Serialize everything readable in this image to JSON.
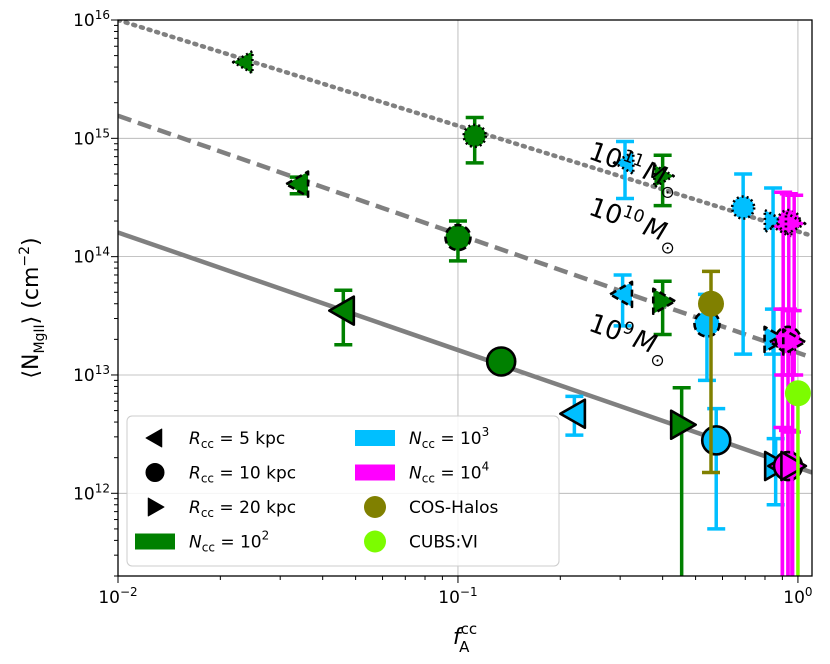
{
  "chart_data": {
    "type": "scatter",
    "xscale": "log",
    "yscale": "log",
    "xlim": [
      0.01,
      1.1
    ],
    "ylim": [
      200000000000,
      10000000000000000
    ],
    "x_ticks": [
      {
        "value": 0.01,
        "label": "10",
        "exp": "−2"
      },
      {
        "value": 0.1,
        "label": "10",
        "exp": "−1"
      },
      {
        "value": 1,
        "label": "10",
        "exp": "0"
      }
    ],
    "y_ticks": [
      {
        "value": 1000000000000,
        "label": "10",
        "exp": "12"
      },
      {
        "value": 10000000000000,
        "label": "10",
        "exp": "13"
      },
      {
        "value": 100000000000000,
        "label": "10",
        "exp": "14"
      },
      {
        "value": 1000000000000000,
        "label": "10",
        "exp": "15"
      },
      {
        "value": 10000000000000000,
        "label": "10",
        "exp": "16"
      }
    ],
    "grid": true,
    "xlabel": {
      "main": "f",
      "sub": "A",
      "sup": "cc"
    },
    "ylabel": {
      "pre": "⟨N",
      "sub": "MgII",
      "post": "⟩ (cm",
      "sup": "−2",
      "end": ")"
    },
    "model_lines": [
      {
        "label": {
          "base": "10",
          "exp": "11",
          "unit": "M",
          "sun": "⊙"
        },
        "style": "dotted",
        "color": "#808080",
        "from": [
          0.01,
          10000000000000000
        ],
        "to": [
          1.1,
          150000000000000
        ],
        "label_at": [
          0.24,
          680000000000000
        ],
        "label_angle": 20
      },
      {
        "label": {
          "base": "10",
          "exp": "10",
          "unit": "M",
          "sun": "⊙"
        },
        "style": "dashed",
        "color": "#808080",
        "from": [
          0.01,
          1550000000000000
        ],
        "to": [
          1.1,
          14000000000000
        ],
        "label_at": [
          0.24,
          230000000000000
        ],
        "label_angle": 20
      },
      {
        "label": {
          "base": "10",
          "exp": "9",
          "unit": "M",
          "sun": "⊙"
        },
        "style": "solid",
        "color": "#808080",
        "from": [
          0.01,
          160000000000000
        ],
        "to": [
          1.1,
          1500000000000
        ],
        "label_at": [
          0.24,
          24000000000000
        ],
        "label_angle": 20
      }
    ],
    "series": [
      {
        "name": "Ncc=10^2",
        "color": "#008000",
        "points": [
          {
            "x": 0.0235,
            "y": 4400000000000000,
            "marker": "left",
            "halo": 11
          },
          {
            "x": 0.112,
            "y": 1050000000000000,
            "lo": 620000000000000,
            "hi": 1500000000000000,
            "marker": "circle",
            "halo": 11
          },
          {
            "x": 0.4,
            "y": 480000000000000,
            "lo": 270000000000000,
            "hi": 720000000000000,
            "marker": "right",
            "halo": 11
          },
          {
            "x": 0.034,
            "y": 410000000000000,
            "lo": 340000000000000,
            "hi": 470000000000000,
            "marker": "left",
            "halo": 10
          },
          {
            "x": 0.1,
            "y": 145000000000000,
            "lo": 92000000000000,
            "hi": 200000000000000,
            "marker": "circle",
            "halo": 10
          },
          {
            "x": 0.4,
            "y": 42000000000000,
            "lo": 22000000000000,
            "hi": 62000000000000,
            "marker": "right",
            "halo": 10
          },
          {
            "x": 0.046,
            "y": 35000000000000,
            "lo": 18000000000000,
            "hi": 52000000000000,
            "marker": "left",
            "halo": 9
          },
          {
            "x": 0.134,
            "y": 13000000000000,
            "marker": "circle",
            "halo": 9
          },
          {
            "x": 0.455,
            "y": 3800000000000,
            "lo": 200000000000,
            "hi": 7800000000000,
            "marker": "right",
            "halo": 9
          }
        ]
      },
      {
        "name": "Ncc=10^3",
        "color": "#00bfff",
        "points": [
          {
            "x": 0.31,
            "y": 620000000000000,
            "lo": 310000000000000,
            "hi": 940000000000000,
            "marker": "left",
            "halo": 11
          },
          {
            "x": 0.69,
            "y": 260000000000000,
            "lo": 15000000000000,
            "hi": 500000000000000,
            "marker": "circle",
            "halo": 11
          },
          {
            "x": 0.845,
            "y": 200000000000000,
            "lo": 15000000000000,
            "hi": 380000000000000,
            "marker": "right",
            "halo": 11
          },
          {
            "x": 0.305,
            "y": 48000000000000,
            "lo": 26000000000000,
            "hi": 70000000000000,
            "marker": "left",
            "halo": 10
          },
          {
            "x": 0.54,
            "y": 27000000000000,
            "lo": 9000000000000,
            "hi": 48000000000000,
            "marker": "circle",
            "halo": 10
          },
          {
            "x": 0.85,
            "y": 20000000000000,
            "lo": 2000000000000,
            "hi": 36000000000000,
            "marker": "right",
            "halo": 10
          },
          {
            "x": 0.22,
            "y": 4700000000000,
            "lo": 3100000000000,
            "hi": 6600000000000,
            "marker": "left",
            "halo": 9
          },
          {
            "x": 0.575,
            "y": 2800000000000,
            "lo": 500000000000,
            "hi": 5200000000000,
            "marker": "circle",
            "halo": 9
          },
          {
            "x": 0.86,
            "y": 1700000000000,
            "lo": 800000000000,
            "hi": 2900000000000,
            "marker": "right",
            "halo": 9
          }
        ]
      },
      {
        "name": "Ncc=10^4",
        "color": "#ff00ff",
        "points": [
          {
            "x": 0.905,
            "y": 180000000000000,
            "lo": 10000000000000,
            "hi": 350000000000000,
            "marker": "left",
            "halo": 11
          },
          {
            "x": 0.94,
            "y": 200000000000000,
            "lo": 10000000000000,
            "hi": 340000000000000,
            "marker": "circle",
            "halo": 11
          },
          {
            "x": 0.975,
            "y": 190000000000000,
            "lo": 10000000000000,
            "hi": 330000000000000,
            "marker": "right",
            "halo": 11
          },
          {
            "x": 0.9,
            "y": 19000000000000,
            "lo": 200000000000,
            "hi": 36000000000000,
            "marker": "left",
            "halo": 10
          },
          {
            "x": 0.935,
            "y": 20000000000000,
            "lo": 200000000000,
            "hi": 36000000000000,
            "marker": "circle",
            "halo": 10
          },
          {
            "x": 0.965,
            "y": 19000000000000,
            "lo": 200000000000,
            "hi": 35000000000000,
            "marker": "right",
            "halo": 10
          },
          {
            "x": 0.9,
            "y": 1700000000000,
            "lo": 200000000000,
            "hi": 3600000000000,
            "marker": "left",
            "halo": 9
          },
          {
            "x": 0.935,
            "y": 1700000000000,
            "lo": 200000000000,
            "hi": 3400000000000,
            "marker": "circle",
            "halo": 9
          },
          {
            "x": 0.96,
            "y": 1700000000000,
            "lo": 200000000000,
            "hi": 3300000000000,
            "marker": "right",
            "halo": 9
          }
        ]
      },
      {
        "name": "COS-Halos",
        "color": "#808000",
        "points": [
          {
            "x": 0.555,
            "y": 40000000000000,
            "lo": 1500000000000,
            "hi": 75000000000000,
            "marker": "dot"
          }
        ]
      },
      {
        "name": "CUBS:VI",
        "color": "#7cfc00",
        "points": [
          {
            "x": 1.0,
            "y": 7000000000000,
            "lo": 200000000000,
            "marker": "dot"
          }
        ]
      }
    ],
    "legend": {
      "placement": "lower-left",
      "left_column": [
        {
          "kind": "marker",
          "marker": "left",
          "label": "R",
          "sub": "cc",
          "rest": " = 5 kpc"
        },
        {
          "kind": "marker",
          "marker": "circle",
          "label": "R",
          "sub": "cc",
          "rest": " = 10 kpc"
        },
        {
          "kind": "marker",
          "marker": "right",
          "label": "R",
          "sub": "cc",
          "rest": " = 20 kpc"
        },
        {
          "kind": "patch",
          "color": "#008000",
          "label": "N",
          "sub": "cc",
          "rest": " = 10",
          "sup": "2"
        }
      ],
      "right_column": [
        {
          "kind": "patch",
          "color": "#00bfff",
          "label": "N",
          "sub": "cc",
          "rest": " = 10",
          "sup": "3"
        },
        {
          "kind": "patch",
          "color": "#ff00ff",
          "label": "N",
          "sub": "cc",
          "rest": " = 10",
          "sup": "4"
        },
        {
          "kind": "dot",
          "color": "#808000",
          "label": "COS-Halos"
        },
        {
          "kind": "dot",
          "color": "#7cfc00",
          "label": "CUBS:VI"
        }
      ]
    }
  }
}
